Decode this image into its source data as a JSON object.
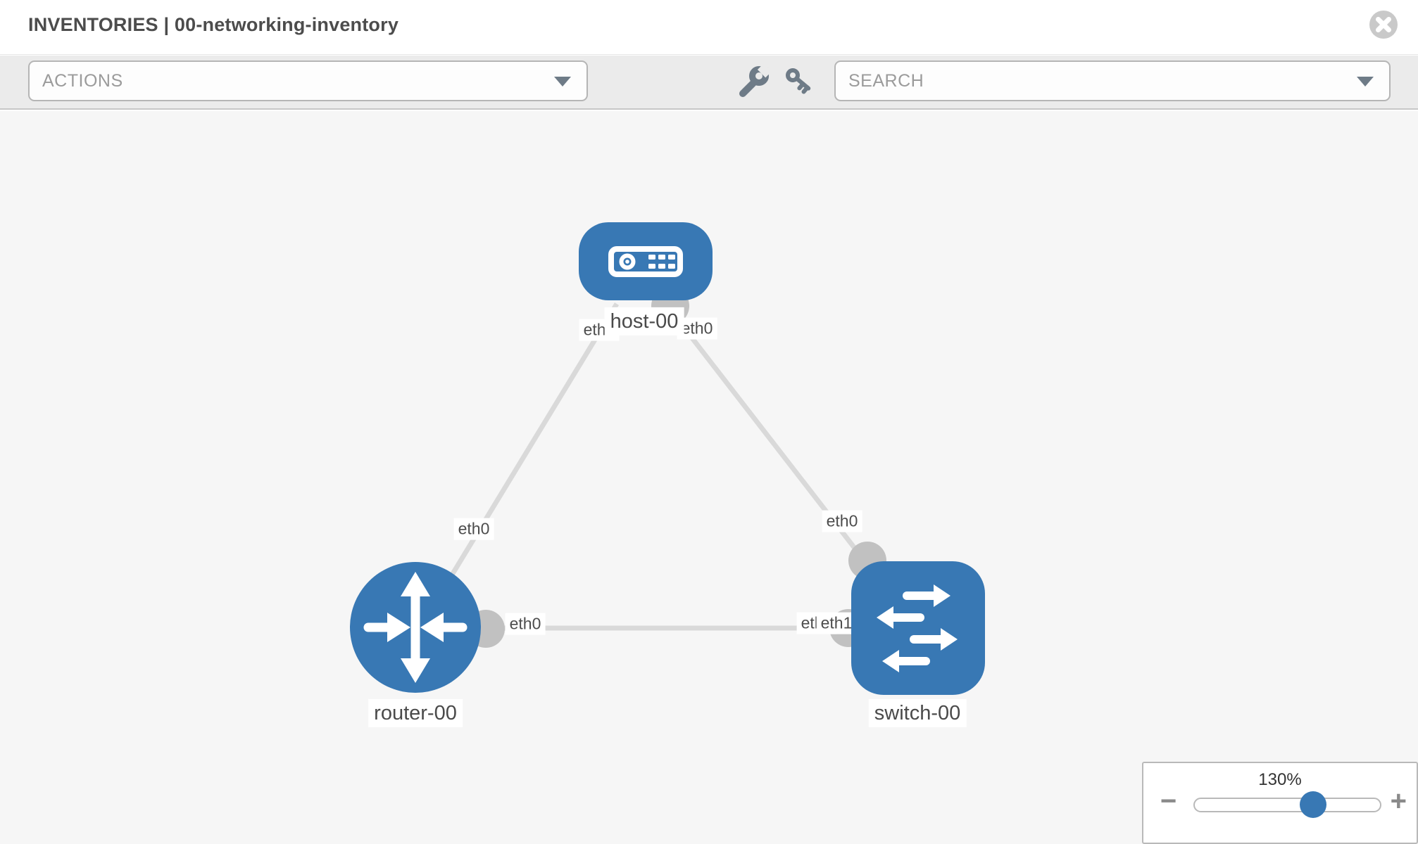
{
  "header": {
    "title": "INVENTORIES | 00-networking-inventory"
  },
  "toolbar": {
    "actions_label": "ACTIONS",
    "search_label": "SEARCH"
  },
  "graph": {
    "nodes": [
      {
        "id": "host-00",
        "label": "host-00",
        "type": "host",
        "icon": "server-icon"
      },
      {
        "id": "router-00",
        "label": "router-00",
        "type": "router",
        "icon": "router-arrows-icon"
      },
      {
        "id": "switch-00",
        "label": "switch-00",
        "type": "switch",
        "icon": "switch-arrows-icon"
      }
    ],
    "links": [
      {
        "source": "host-00",
        "target": "router-00",
        "source_interface": "eth0",
        "target_interface": "eth0"
      },
      {
        "source": "host-00",
        "target": "switch-00",
        "source_interface": "eth0",
        "target_interface": "eth0"
      },
      {
        "source": "router-00",
        "target": "switch-00",
        "source_interface": "eth0",
        "target_interface": "eth1",
        "overlapping_interface": "eth0"
      }
    ]
  },
  "zoom_control": {
    "level": "130%",
    "zoom_out": "−",
    "zoom_in": "+"
  },
  "colors": {
    "node-blue": "#3878b4",
    "link-gray": "#d9d9d9",
    "port-gray": "#c1c1c1",
    "chip-text": "#4d4d4d",
    "toolbar-bg": "#ebebeb",
    "icon-slate": "#6e7b87",
    "placeholder": "#9b9b9b",
    "panel-border": "#b9b9b9",
    "canvas-bg": "#f6f6f6",
    "close-gray": "#c9c9c9"
  }
}
